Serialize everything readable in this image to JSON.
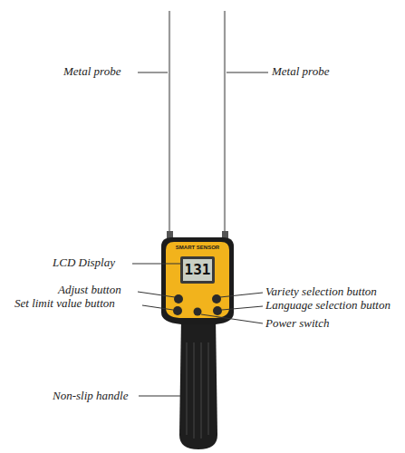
{
  "diagram": {
    "labels": [
      "Metal probe",
      "Metal probe",
      "LCD Display",
      "Adjust button",
      "Variety selection button",
      "Set limit value button",
      "Language selection button",
      "Power switch",
      "Non-slip handle",
      "SMART SENSOR",
      "131"
    ]
  }
}
